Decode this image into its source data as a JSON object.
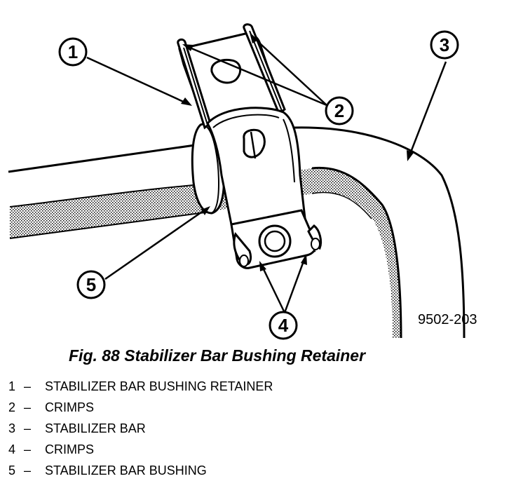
{
  "figure": {
    "code": "9502-203",
    "caption": "Fig. 88 Stabilizer Bar Bushing Retainer",
    "callouts": [
      "1",
      "2",
      "3",
      "4",
      "5"
    ]
  },
  "legend": [
    {
      "num": "1",
      "sep": "–",
      "label": "STABILIZER BAR BUSHING RETAINER"
    },
    {
      "num": "2",
      "sep": "–",
      "label": "CRIMPS"
    },
    {
      "num": "3",
      "sep": "–",
      "label": "STABILIZER BAR"
    },
    {
      "num": "4",
      "sep": "–",
      "label": "CRIMPS"
    },
    {
      "num": "5",
      "sep": "–",
      "label": "STABILIZER BAR BUSHING"
    }
  ]
}
